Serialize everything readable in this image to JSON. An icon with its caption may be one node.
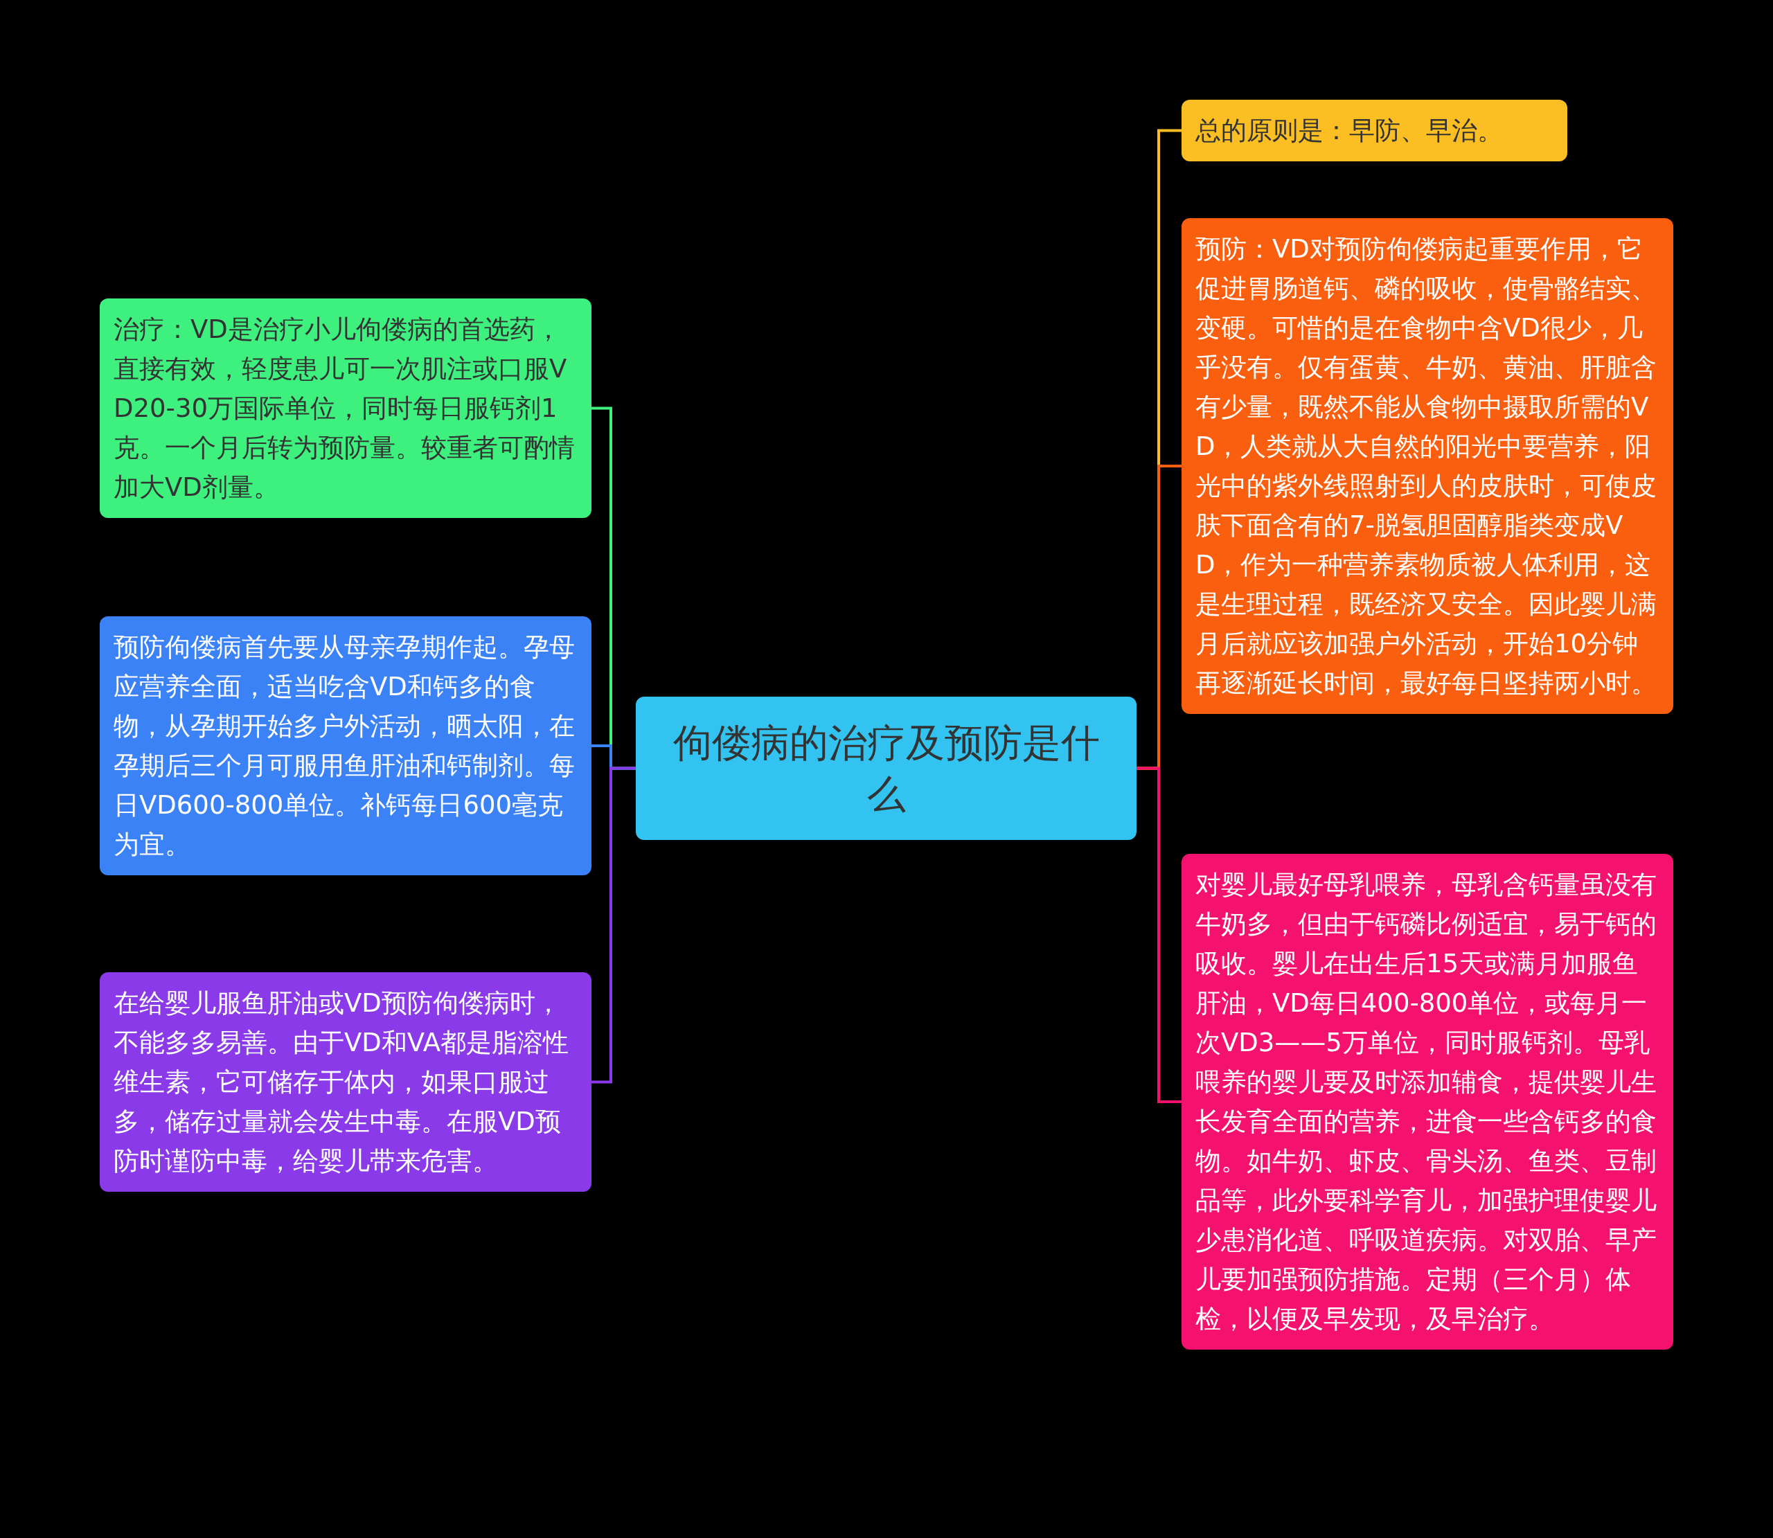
{
  "diagram": {
    "nodes": [
      {
        "text": [
          "佝偻病的治疗及预防是什么"
        ]
      },
      {
        "text": [
          "治疗：VD是治疗小儿佝偻病的首选药，直接有效，轻度患儿可一次肌注或口服VD20-30万国际单位，同时每日服钙剂1克。一个月后转为预防量。较重者可酌情加大VD剂量。"
        ]
      },
      {
        "text": [
          "预防佝偻病首先要从母亲孕期作起。孕母应营养全面，适当吃含VD和钙多的食物，从孕期开始多户外活动，晒太阳，在孕期后三个月可服用鱼肝油和钙制剂。每日VD600-800单位。补钙每日600毫克为宜。"
        ]
      },
      {
        "text": [
          "在给婴儿服鱼肝油或VD预防佝偻病时，不能多多易善。由于VD和VA都是脂溶性维生素，它可储存于体内，如果口服过多，储存过量就会发生中毒。在服VD预防时谨防中毒，给婴儿带来危害。"
        ]
      },
      {
        "text": [
          "总的原则是：早防、早治。"
        ]
      },
      {
        "text": [
          "预防：VD对预防佝偻病起重要作用，它促进胃肠道钙、磷的吸收，使骨骼结实、变硬。可惜的是在食物中含VD很少，几乎没有。仅有蛋黄、牛奶、黄油、肝脏含有少量，既然不能从食物中摄取所需的VD，人类就从大自然的阳光中要营养，阳光中的紫外线照射到人的皮肤时，可使皮肤下面含有的7-脱氢胆固醇脂类变成VD，作为一种营养素物质被人体利用，这是生理过程，既经济又安全。因此婴儿满月后就应该加强户外活动，开始10分钟再逐渐延长时间，最好每日坚持两小时。"
        ]
      },
      {
        "text": [
          "对婴儿最好母乳喂养，母乳含钙量虽没有牛奶多，但由于钙磷比例适宜，易于钙的吸收。婴儿在出生后15天或满月加服鱼肝油，VD每日400-800单位，或每月一次VD3——5万单位，同时服钙剂。母乳喂养的婴儿要及时添加辅食，提供婴儿生长发育全面的营养，进食一些含钙多的食物。如牛奶、虾皮、骨头汤、鱼类、豆制品等，此外要科学育儿，加强护理使婴儿少患消化道、呼吸道疾病。对双胎、早产儿要加强预防措施。定期（三个月）体检，以便及早发现，及早治疗。"
        ]
      }
    ],
    "edges": [
      {
        "from": 0,
        "to": 1,
        "arrow": "none",
        "color": "#3ef07e"
      },
      {
        "from": 0,
        "to": 2,
        "arrow": "none",
        "color": "#3b82f6"
      },
      {
        "from": 0,
        "to": 3,
        "arrow": "none",
        "color": "#8a3ae8"
      },
      {
        "from": 0,
        "to": 4,
        "arrow": "none",
        "color": "#fbbf24"
      },
      {
        "from": 0,
        "to": 5,
        "arrow": "none",
        "color": "#f95f0e"
      },
      {
        "from": 0,
        "to": 6,
        "arrow": "none",
        "color": "#f5126e"
      }
    ]
  }
}
